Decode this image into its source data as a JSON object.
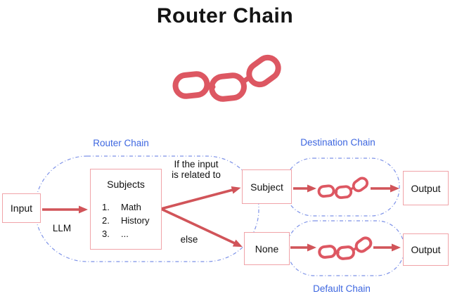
{
  "title": "Router Chain",
  "colors": {
    "accent_red": "#DD5762",
    "arrow_red": "#D15459",
    "box_border_pink": "#F0A3A8",
    "label_blue": "#3E67E0",
    "dash_blue": "#7D92E8"
  },
  "icons": {
    "main": "chain-link-icon",
    "destination": "chain-link-icon",
    "default": "chain-link-icon"
  },
  "groups": {
    "router": {
      "label": "Router Chain"
    },
    "destination": {
      "label": "Destination Chain"
    },
    "default": {
      "label": "Default Chain"
    }
  },
  "nodes": {
    "input": {
      "label": "Input"
    },
    "subjects": {
      "title": "Subjects",
      "items": [
        {
          "num": "1.",
          "text": "Math"
        },
        {
          "num": "2.",
          "text": "History"
        },
        {
          "num": "3.",
          "text": "..."
        }
      ]
    },
    "subject": {
      "label": "Subject"
    },
    "none": {
      "label": "None"
    },
    "output_top": {
      "label": "Output"
    },
    "output_bottom": {
      "label": "Output"
    }
  },
  "edge_labels": {
    "llm": "LLM",
    "if_related": [
      "If the input",
      "is related to"
    ],
    "else": "else"
  }
}
